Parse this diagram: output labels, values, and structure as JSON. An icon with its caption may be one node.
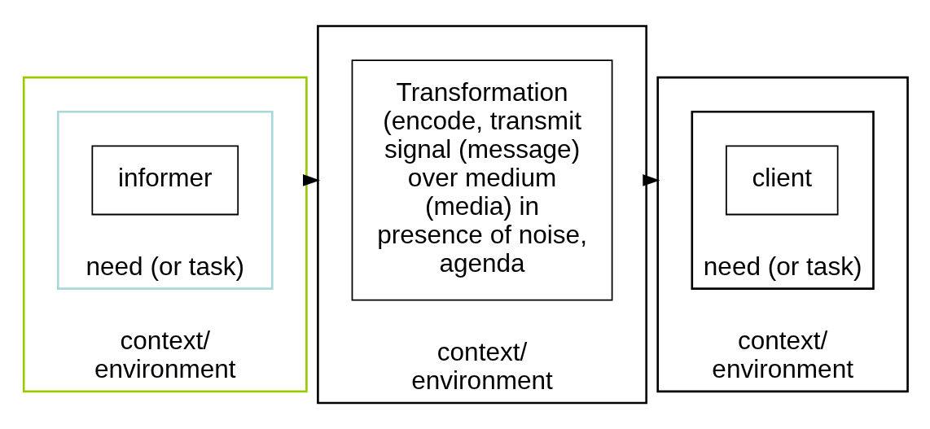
{
  "diagram": {
    "nodes": [
      {
        "text": [
          "context/ environment"
        ]
      },
      {
        "text": [
          "need (or task)"
        ],
        "in": 0
      },
      {
        "text": [
          "informer"
        ],
        "in": 1
      },
      {
        "text": [
          "context/ environment"
        ]
      },
      {
        "text": [
          "Transformation (encode, transmit signal (message) over medium (media) in presence of noise, agenda"
        ],
        "in": 3
      },
      {
        "text": [
          "context/ environment"
        ]
      },
      {
        "text": [
          "need (or task)"
        ],
        "in": 5
      },
      {
        "text": [
          "client"
        ],
        "in": 6
      }
    ],
    "edges": [
      {
        "from": 0,
        "to": 3,
        "arrow": "to"
      },
      {
        "from": 3,
        "to": 5,
        "arrow": "to"
      }
    ]
  }
}
